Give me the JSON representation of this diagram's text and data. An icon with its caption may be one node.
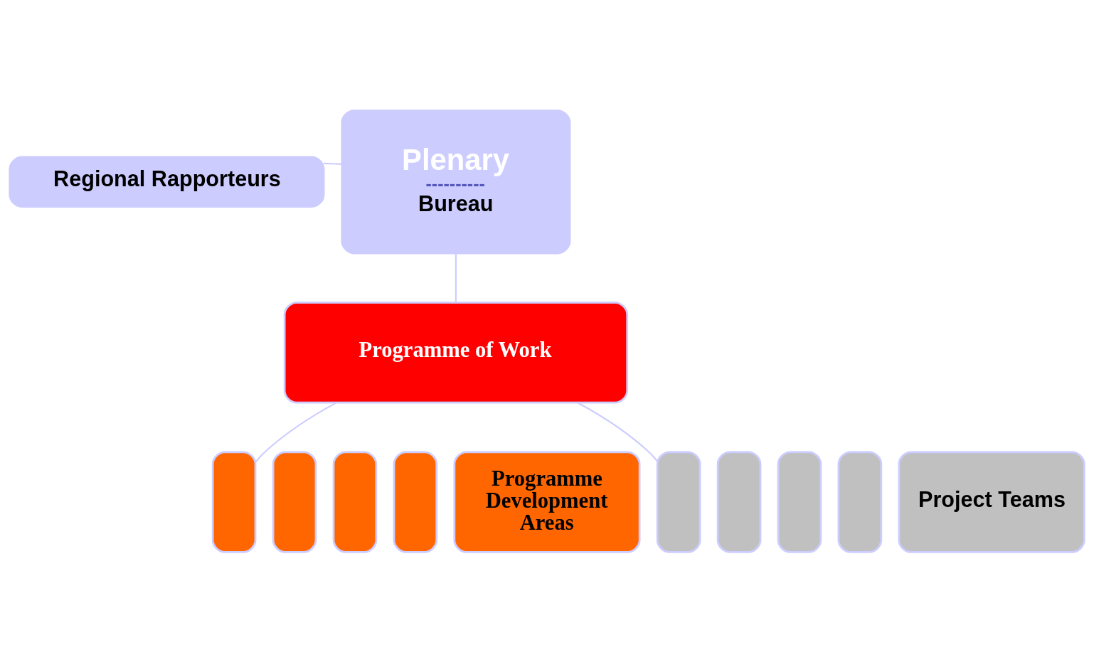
{
  "diagram": {
    "nodes": [
      {
        "text": [
          "Plenary",
          "----------",
          "Bureau"
        ]
      },
      {
        "text": [
          "Regional Rapporteurs"
        ]
      },
      {
        "text": [
          "Programme of Work"
        ]
      },
      {
        "text": [],
        "shape": "box"
      },
      {
        "text": [],
        "shape": "box"
      },
      {
        "text": [],
        "shape": "box"
      },
      {
        "text": [],
        "shape": "box"
      },
      {
        "text": [
          "Programme Development Areas"
        ]
      },
      {
        "text": [],
        "shape": "box"
      },
      {
        "text": [],
        "shape": "box"
      },
      {
        "text": [],
        "shape": "box"
      },
      {
        "text": [],
        "shape": "box"
      },
      {
        "text": [
          "Project Teams"
        ]
      }
    ],
    "edges": [
      {
        "from": 1,
        "to": 0,
        "arrow": "none"
      },
      {
        "from": 0,
        "to": 2,
        "arrow": "none"
      },
      {
        "from": 2,
        "to": 3,
        "arrow": "none"
      },
      {
        "from": 2,
        "to": 8,
        "arrow": "none"
      }
    ]
  }
}
